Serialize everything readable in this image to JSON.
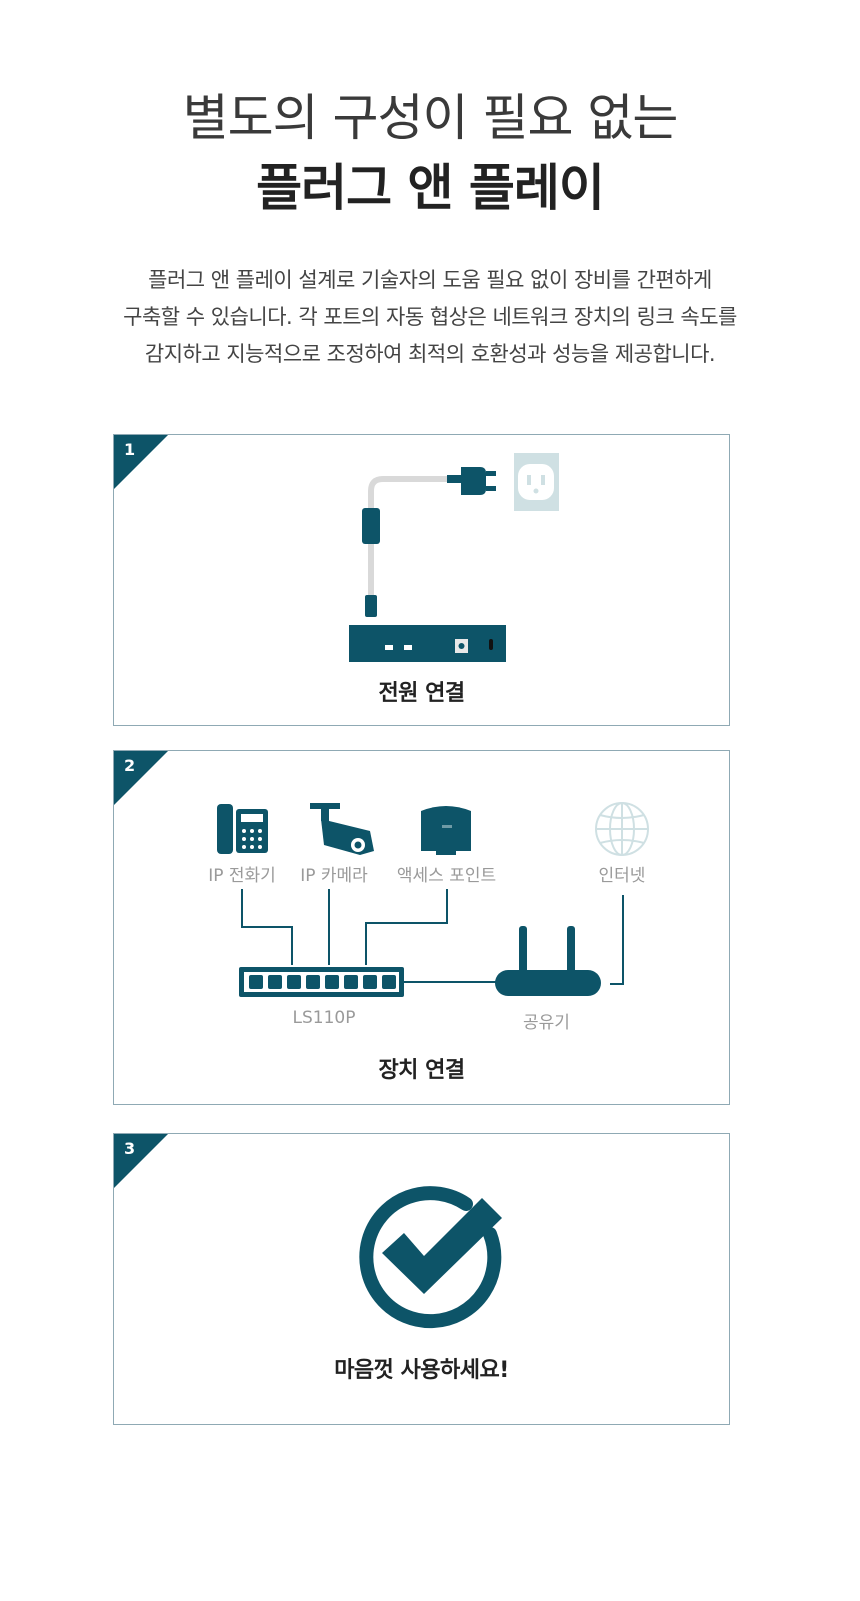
{
  "heading": {
    "line1": "별도의 구성이 필요 없는",
    "line2": "플러그 앤 플레이"
  },
  "description": {
    "line1": "플러그 앤 플레이 설계로 기술자의 도움 필요 없이 장비를 간편하게",
    "line2": "구축할 수 있습니다. 각 포트의 자동 협상은 네트워크 장치의 링크 속도를",
    "line3": "감지하고 지능적으로 조정하여 최적의 호환성과 성능을 제공합니다."
  },
  "steps": [
    {
      "number": "1",
      "caption": "전원 연결"
    },
    {
      "number": "2",
      "caption": "장치 연결",
      "devices": {
        "phone": "IP 전화기",
        "camera": "IP 카메라",
        "access_point": "액세스 포인트",
        "internet": "인터넷",
        "switch": "LS110P",
        "router": "공유기"
      }
    },
    {
      "number": "3",
      "caption": "마음껏 사용하세요!"
    }
  ],
  "colors": {
    "primary": "#0d5468",
    "border": "#8fa9b4",
    "outlet": "#cfe0e3",
    "cable": "#d9d9d9",
    "label_gray": "#9a9a9a"
  },
  "icons": [
    "power-plug-icon",
    "wall-outlet-icon",
    "switch-device-icon",
    "ip-phone-icon",
    "ip-camera-icon",
    "access-point-icon",
    "globe-icon",
    "router-icon",
    "check-circle-icon"
  ]
}
